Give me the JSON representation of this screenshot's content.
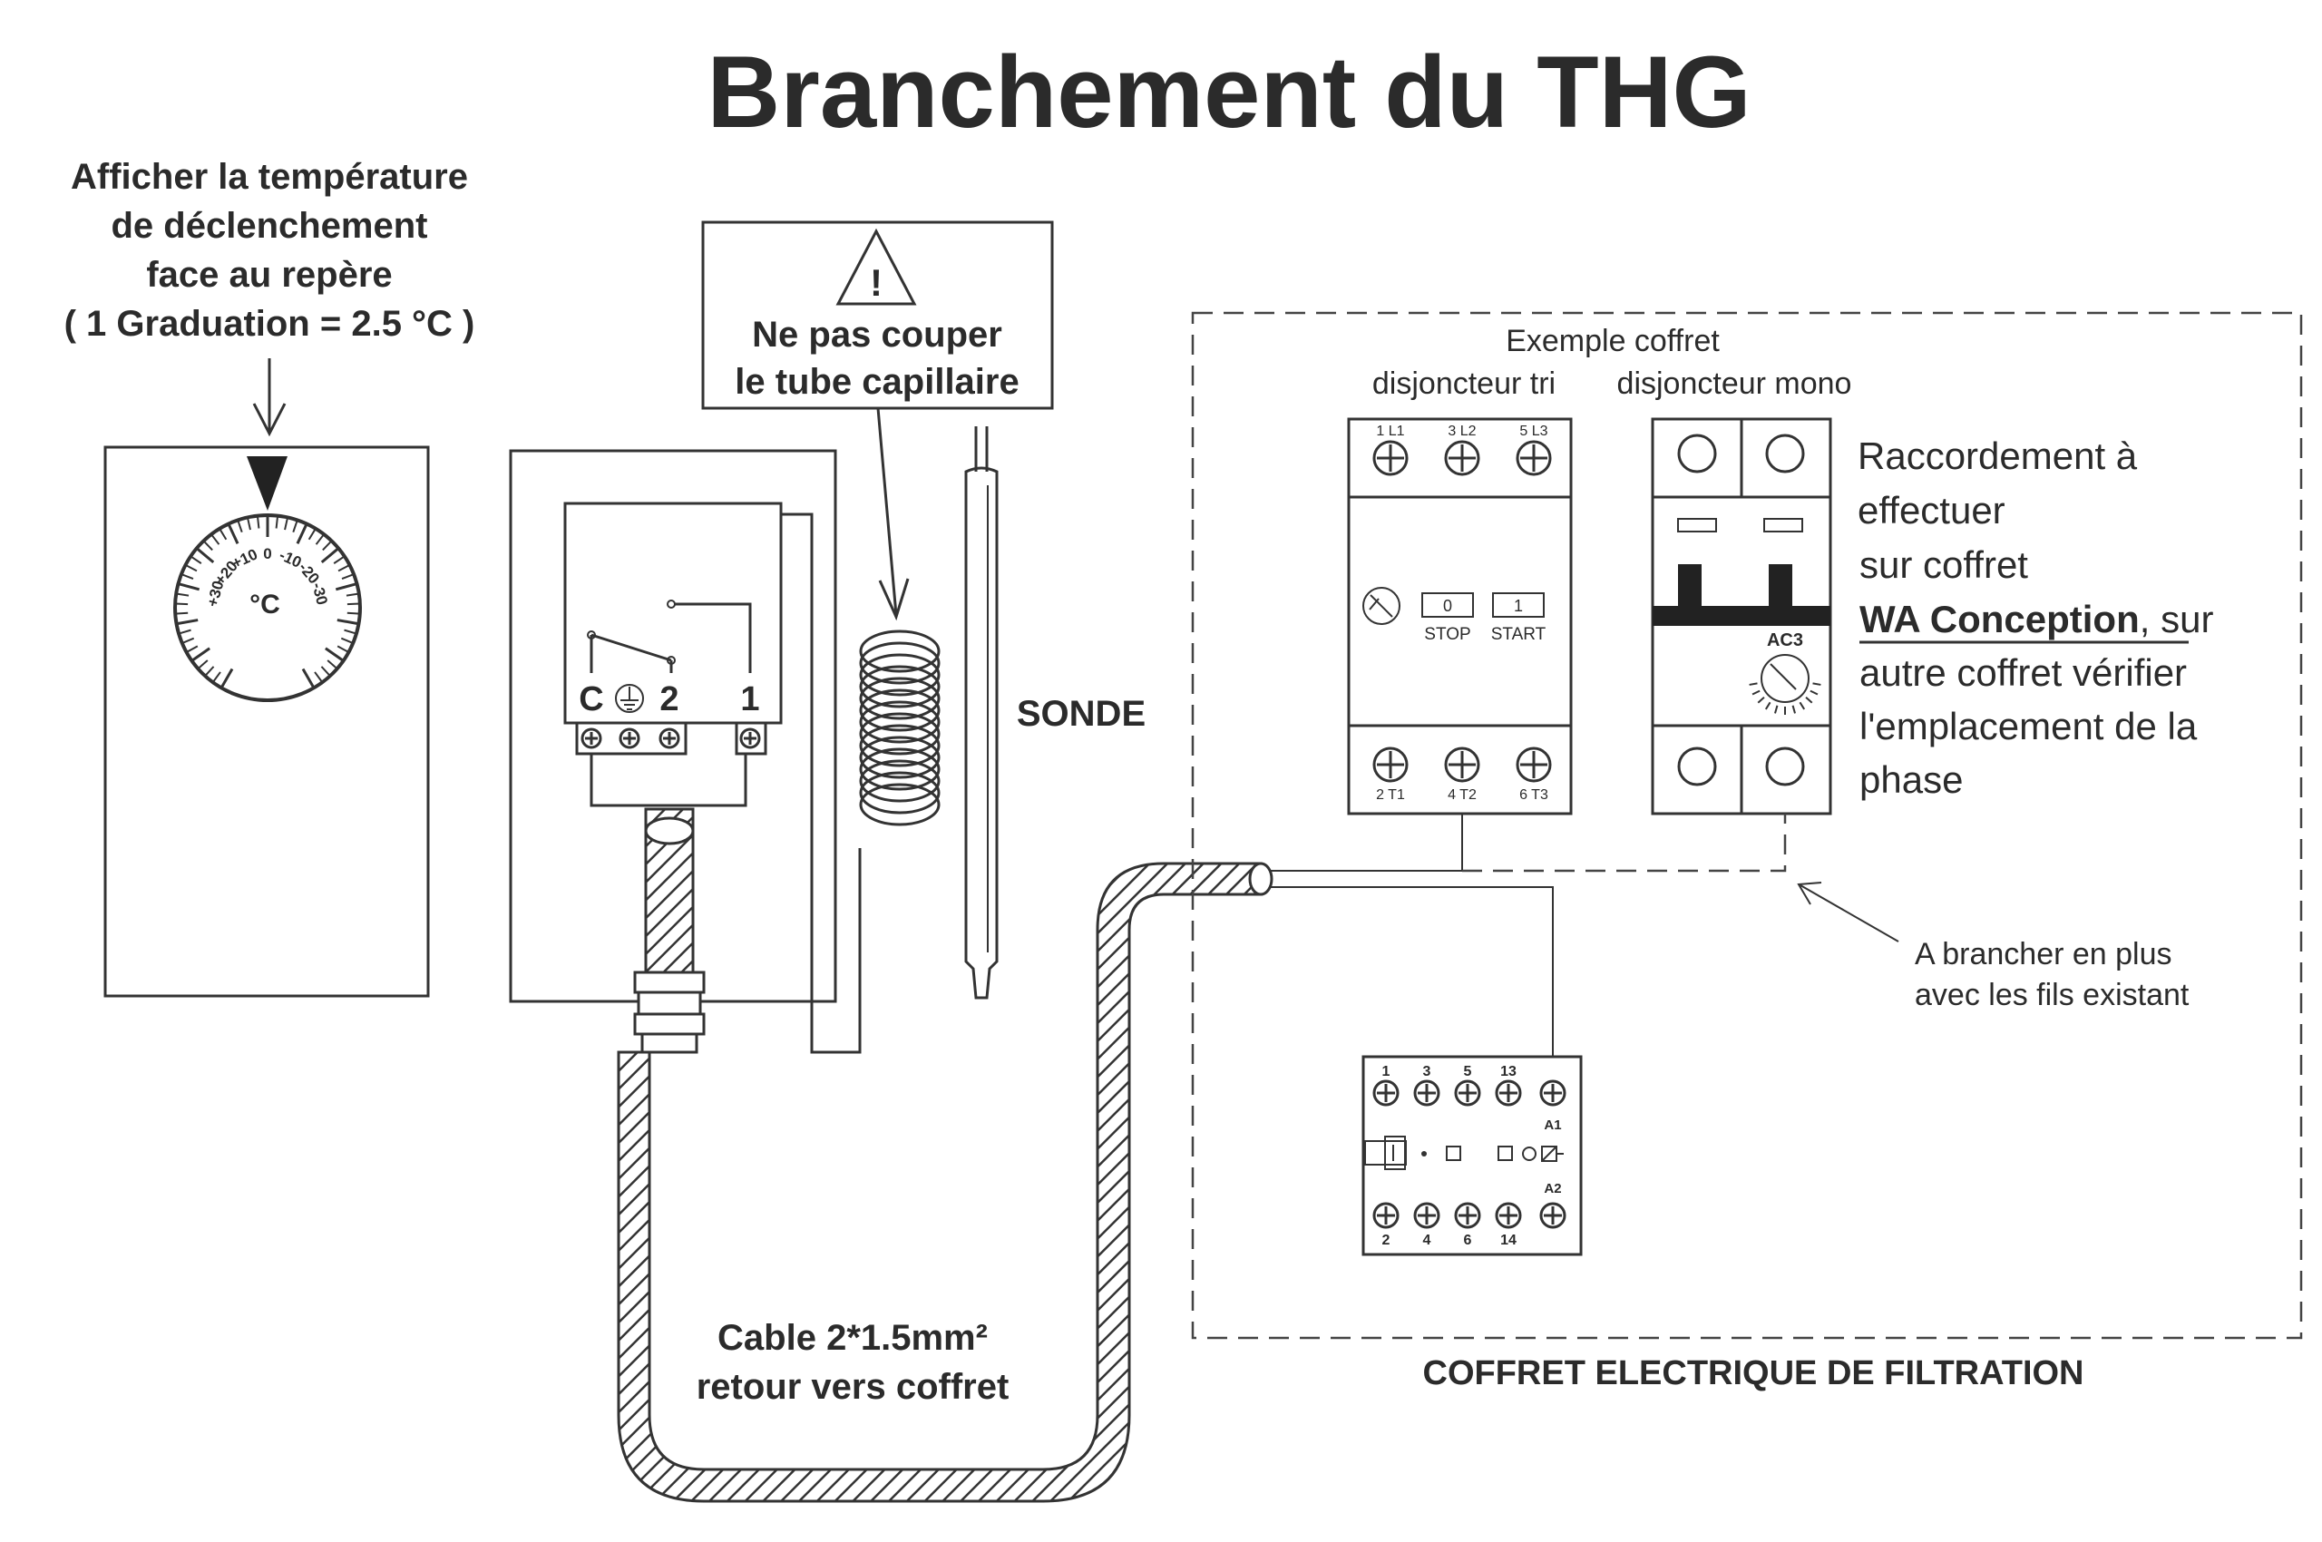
{
  "title": "Branchement du THG",
  "dial_note": {
    "line1": "Afficher la température",
    "line2": "de déclenchement",
    "line3": "face au repère",
    "line4": "( 1 Graduation = 2.5 °C )"
  },
  "dial": {
    "unit": "°C",
    "ticks": [
      "+30",
      "+20",
      "+10",
      "0",
      "-10",
      "-20",
      "-30"
    ]
  },
  "warning": {
    "symbol": "!",
    "line1": "Ne pas couper",
    "line2": "le tube capillaire"
  },
  "thermostat_terminals": [
    "C",
    "2",
    "1"
  ],
  "probe_label": "SONDE",
  "cable_label": {
    "line1": "Cable 2*1.5mm²",
    "line2": "retour vers coffret"
  },
  "box_heading": {
    "line1": "Exemple coffret",
    "tri": "disjoncteur tri",
    "mono": "disjoncteur mono"
  },
  "breaker_tri": {
    "top": [
      "1 L1",
      "3 L2",
      "5 L3"
    ],
    "bottom": [
      "2 T1",
      "4 T2",
      "6 T3"
    ],
    "btn_stop_value": "0",
    "btn_stop_label": "STOP",
    "btn_start_value": "1",
    "btn_start_label": "START"
  },
  "breaker_mono": {
    "rating": "AC3"
  },
  "connection_note": {
    "line1": "Raccordement à",
    "line2": "effectuer",
    "line3": "sur coffret",
    "brand": "WA Conception",
    "line4_rest": ", sur",
    "line5": "autre coffret vérifier",
    "line6": "l'emplacement de la",
    "line7": "phase"
  },
  "extra_note": {
    "line1": "A brancher en plus",
    "line2": "avec les fils existant"
  },
  "contactor": {
    "top": [
      "1",
      "3",
      "5",
      "13"
    ],
    "bottom": [
      "2",
      "4",
      "6",
      "14"
    ],
    "coil_top": "A1",
    "coil_bottom": "A2"
  },
  "box_label": "COFFRET ELECTRIQUE DE FILTRATION"
}
